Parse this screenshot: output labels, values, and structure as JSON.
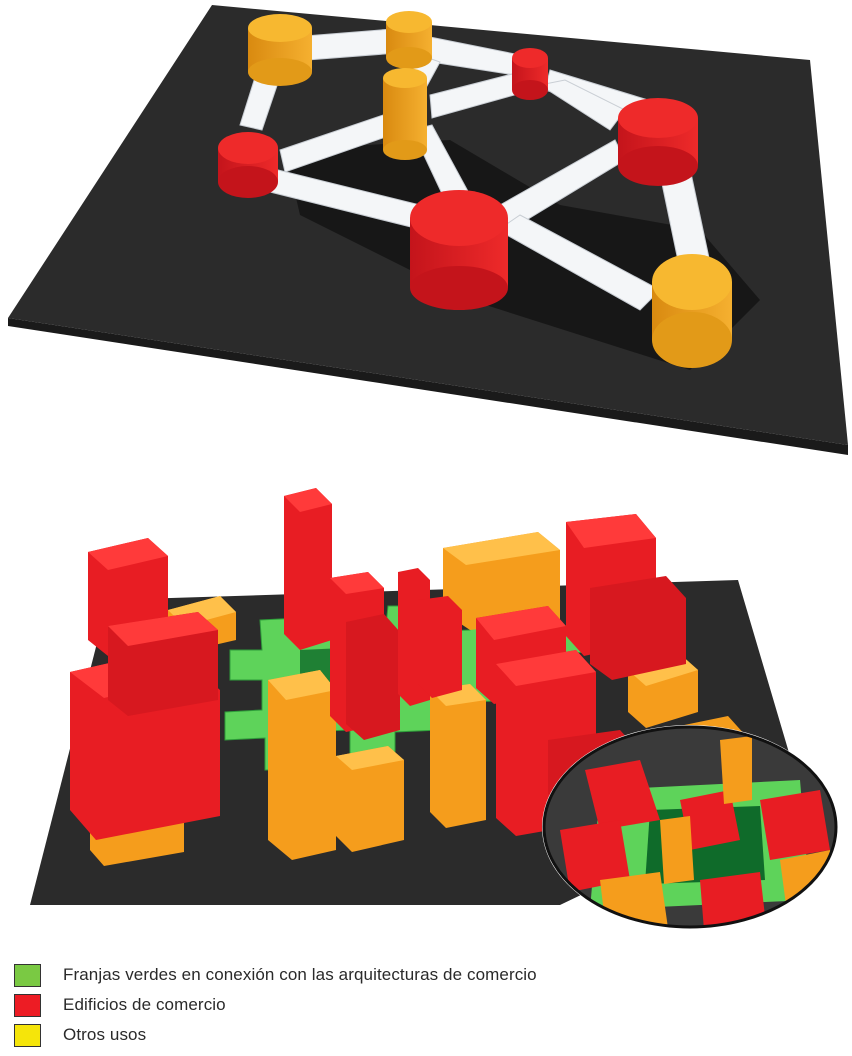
{
  "colors": {
    "green": "#7ac943",
    "red": "#ed1c24",
    "yellow": "#f5e50a",
    "orange_building": "#f7a51b",
    "platform": "#2b2b2b",
    "bridge": "#f4f6f8"
  },
  "legend": {
    "items": [
      {
        "label": "Franjas verdes en conexión con las arquitecturas de comercio",
        "color": "#7ac943"
      },
      {
        "label": "Edificios de comercio",
        "color": "#ed1c24"
      },
      {
        "label": "Otros usos",
        "color": "#f5e50a"
      }
    ]
  }
}
